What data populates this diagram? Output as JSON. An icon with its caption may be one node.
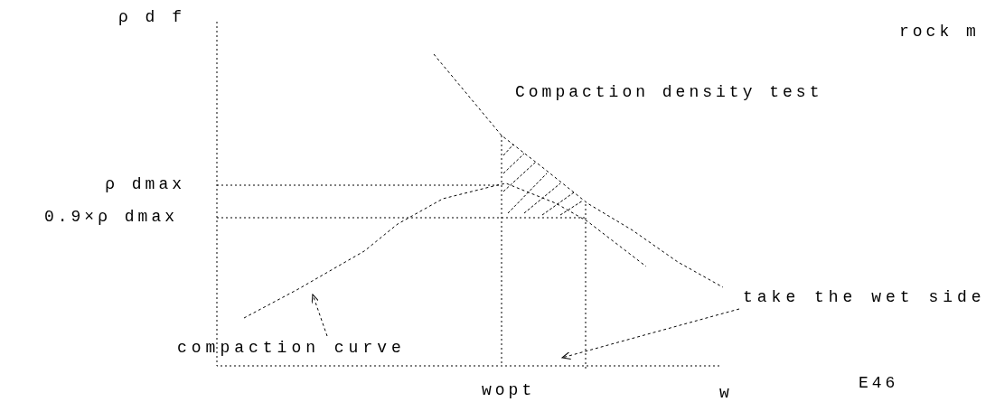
{
  "diagram": {
    "nodes": [
      {
        "text": [
          "compaction curve"
        ]
      },
      {
        "text": [],
        "shape": "curve"
      },
      {
        "text": [
          "take the wet side"
        ]
      }
    ],
    "edges": [
      {
        "from": 0,
        "to": 1,
        "arrow": "to",
        "style": "dashed"
      },
      {
        "from": 2,
        "to": null,
        "arrow": "to",
        "style": "dashed"
      }
    ],
    "labels": [
      "ρ d f",
      "rock m",
      "Compaction density test",
      "ρ dmax",
      "0.9×ρ dmax",
      "wopt",
      "w",
      "E46"
    ]
  }
}
